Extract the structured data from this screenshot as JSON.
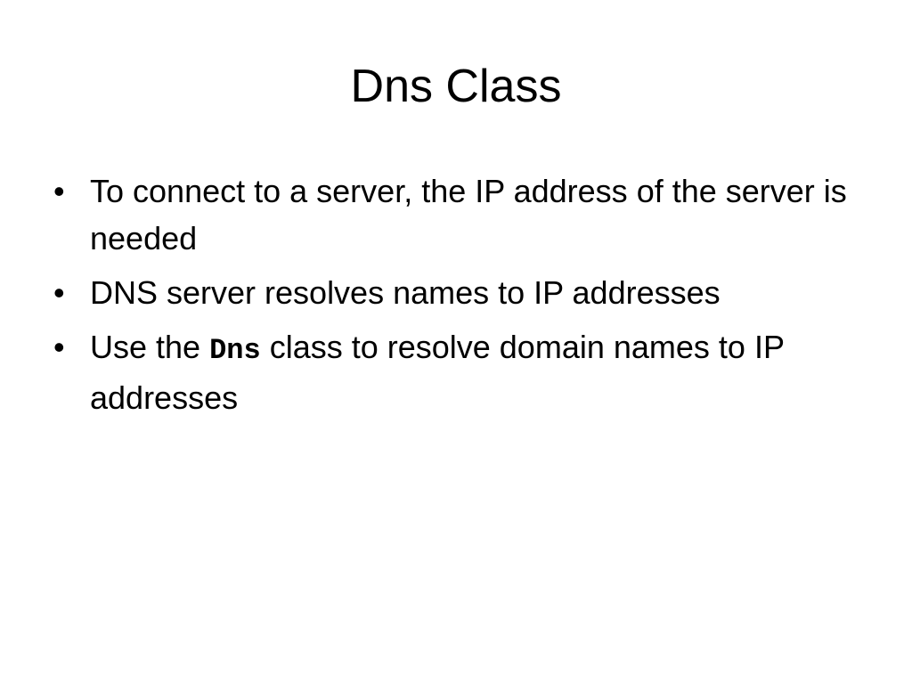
{
  "slide": {
    "title": "Dns Class",
    "bullets": [
      {
        "text": "To connect to a server, the IP address of the server is needed"
      },
      {
        "text": "DNS server resolves names to IP addresses"
      },
      {
        "text_before": "Use the ",
        "code": "Dns",
        "text_after": " class to resolve domain names to IP addresses"
      }
    ],
    "bullet_glyph": "•"
  }
}
